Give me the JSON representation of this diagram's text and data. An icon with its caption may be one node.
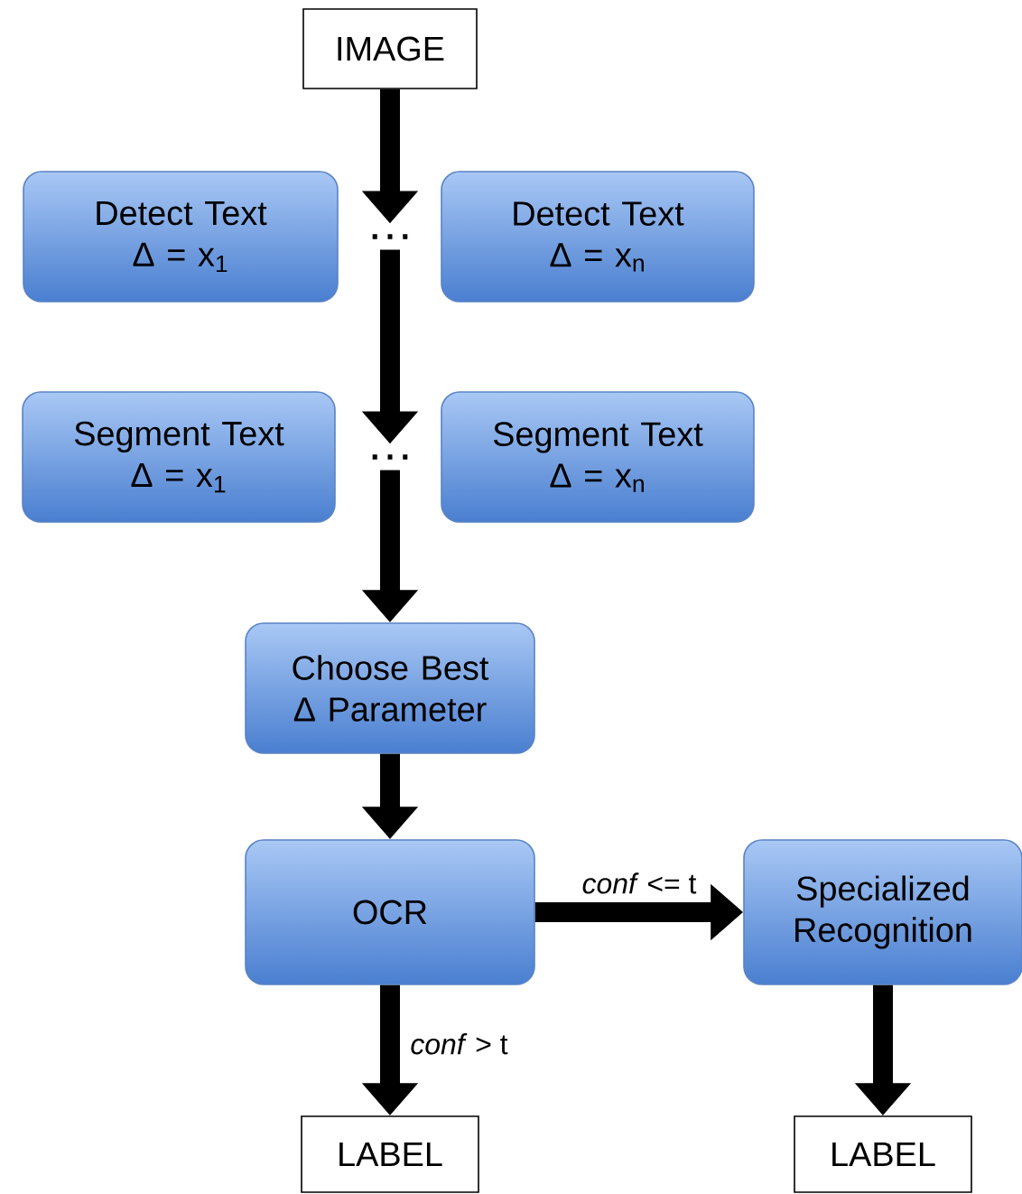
{
  "diagram": {
    "nodes": [
      {
        "text": [
          "IMAGE"
        ]
      },
      {
        "text": [
          "Detect Text",
          "Δ = x$_{1}$"
        ]
      },
      {
        "text": [
          "…"
        ]
      },
      {
        "text": [
          "Detect Text",
          "Δ = x$_{n}$"
        ]
      },
      {
        "text": [
          "Segment Text",
          "Δ = x$_{1}$"
        ]
      },
      {
        "text": [
          "…"
        ]
      },
      {
        "text": [
          "Segment Text",
          "Δ = x$_{n}$"
        ]
      },
      {
        "text": [
          "Choose Best Δ Parameter"
        ]
      },
      {
        "text": [
          "OCR"
        ]
      },
      {
        "text": [
          "Specialized Recognition"
        ]
      },
      {
        "text": [
          "LABEL"
        ]
      },
      {
        "text": [
          "LABEL"
        ]
      }
    ],
    "edges": [
      {
        "from": 0,
        "to": 2,
        "arrow": "to"
      },
      {
        "from": 2,
        "to": 5,
        "arrow": "to"
      },
      {
        "from": 5,
        "to": 7,
        "arrow": "to"
      },
      {
        "from": 7,
        "to": 8,
        "arrow": "to"
      },
      {
        "from": 8,
        "to": 9,
        "arrow": "to",
        "label": "*conf* <= t"
      },
      {
        "from": 8,
        "to": 10,
        "arrow": "to",
        "label": "*conf* > t"
      },
      {
        "from": 9,
        "to": 11,
        "arrow": "to"
      }
    ]
  }
}
